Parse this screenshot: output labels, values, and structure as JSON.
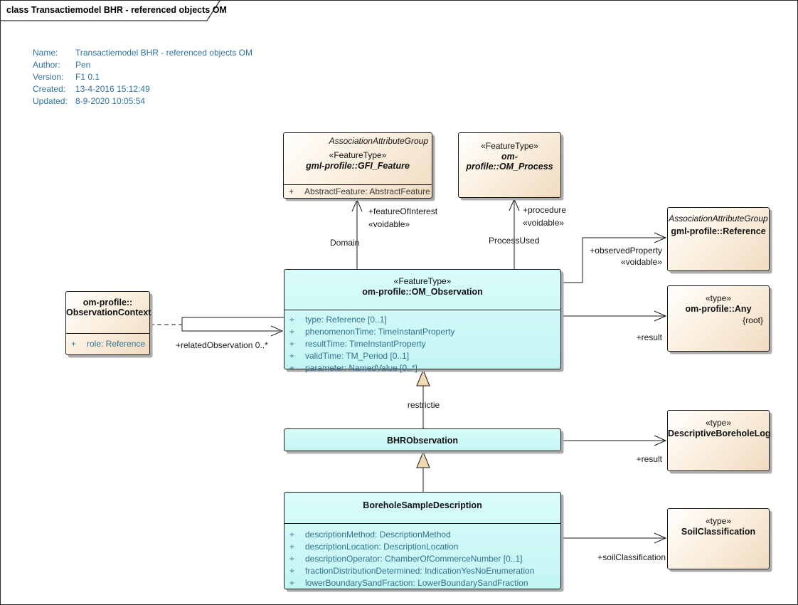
{
  "frame": {
    "title": "class Transactiemodel BHR - referenced objects OM"
  },
  "metadata": {
    "rows": [
      {
        "key": "Name:",
        "value": "Transactiemodel BHR - referenced objects OM"
      },
      {
        "key": "Author:",
        "value": "Pen"
      },
      {
        "key": "Version:",
        "value": "F1 0.1"
      },
      {
        "key": "Created:",
        "value": "13-4-2016 15:12:49"
      },
      {
        "key": "Updated:",
        "value": "8-9-2020 10:05:54"
      }
    ]
  },
  "classes": {
    "gfi_feature": {
      "group": "AssociationAttributeGroup",
      "stereotype": "«FeatureType»",
      "name": "gml-profile::GFI_Feature",
      "attributes": [
        {
          "vis": "+",
          "text": "AbstractFeature: AbstractFeature"
        }
      ]
    },
    "om_process": {
      "stereotype": "«FeatureType»",
      "name": "om-profile::OM_Process"
    },
    "gml_reference": {
      "group": "AssociationAttributeGroup",
      "name": "gml-profile::Reference"
    },
    "om_any": {
      "stereotype": "«type»",
      "name": "om-profile::Any",
      "tag": "{root}"
    },
    "om_observation": {
      "stereotype": "«FeatureType»",
      "name": "om-profile::OM_Observation",
      "attributes": [
        {
          "vis": "+",
          "text": "type: Reference [0..1]"
        },
        {
          "vis": "+",
          "text": "phenomenonTime: TimeInstantProperty"
        },
        {
          "vis": "+",
          "text": "resultTime: TimeInstantProperty"
        },
        {
          "vis": "+",
          "text": "validTime: TM_Period [0..1]"
        },
        {
          "vis": "+",
          "text": "parameter: NamedValue [0..*]"
        }
      ]
    },
    "observation_context": {
      "name_line1": "om-profile::",
      "name_line2": "ObservationContext",
      "attributes": [
        {
          "vis": "+",
          "text": "role: Reference"
        }
      ]
    },
    "bhr_observation": {
      "name": "BHRObservation"
    },
    "borehole_sample_description": {
      "name": "BoreholeSampleDescription",
      "attributes": [
        {
          "vis": "+",
          "text": "descriptionMethod: DescriptionMethod"
        },
        {
          "vis": "+",
          "text": "descriptionLocation: DescriptionLocation"
        },
        {
          "vis": "+",
          "text": "descriptionOperator: ChamberOfCommerceNumber [0..1]"
        },
        {
          "vis": "+",
          "text": "fractionDistributionDetermined: IndicationYesNoEnumeration"
        },
        {
          "vis": "+",
          "text": "lowerBoundarySandFraction: LowerBoundarySandFraction"
        }
      ]
    },
    "descriptive_borehole_log": {
      "stereotype": "«type»",
      "name": "DescriptiveBoreholeLog"
    },
    "soil_classification": {
      "stereotype": "«type»",
      "name": "SoilClassification"
    }
  },
  "connector_labels": {
    "feature_of_interest": "+featureOfInterest",
    "feature_of_interest_voidable": "«voidable»",
    "domain": "Domain",
    "procedure": "+procedure",
    "procedure_voidable": "«voidable»",
    "process_used": "ProcessUsed",
    "observed_property": "+observedProperty",
    "observed_property_voidable": "«voidable»",
    "result_any": "+result",
    "related_observation": "+relatedObservation 0..*",
    "restrictie": "restrictie",
    "result_log": "+result",
    "soil_classification": "+soilClassification"
  },
  "colors": {
    "class_fill_cyan_top": "#D8FCFB",
    "class_fill_cyan_bottom": "#C4F5F3",
    "tan_light": "#FFFFFE",
    "tan_mid": "#FBF0E0",
    "tan_dark": "#F0DBC1",
    "border": "#1a1a1a",
    "shadow": "#ACACAC",
    "metadata_text": "#31719C",
    "attribute_text": "#31708F",
    "generalization_fill": "#F0D8B0"
  }
}
